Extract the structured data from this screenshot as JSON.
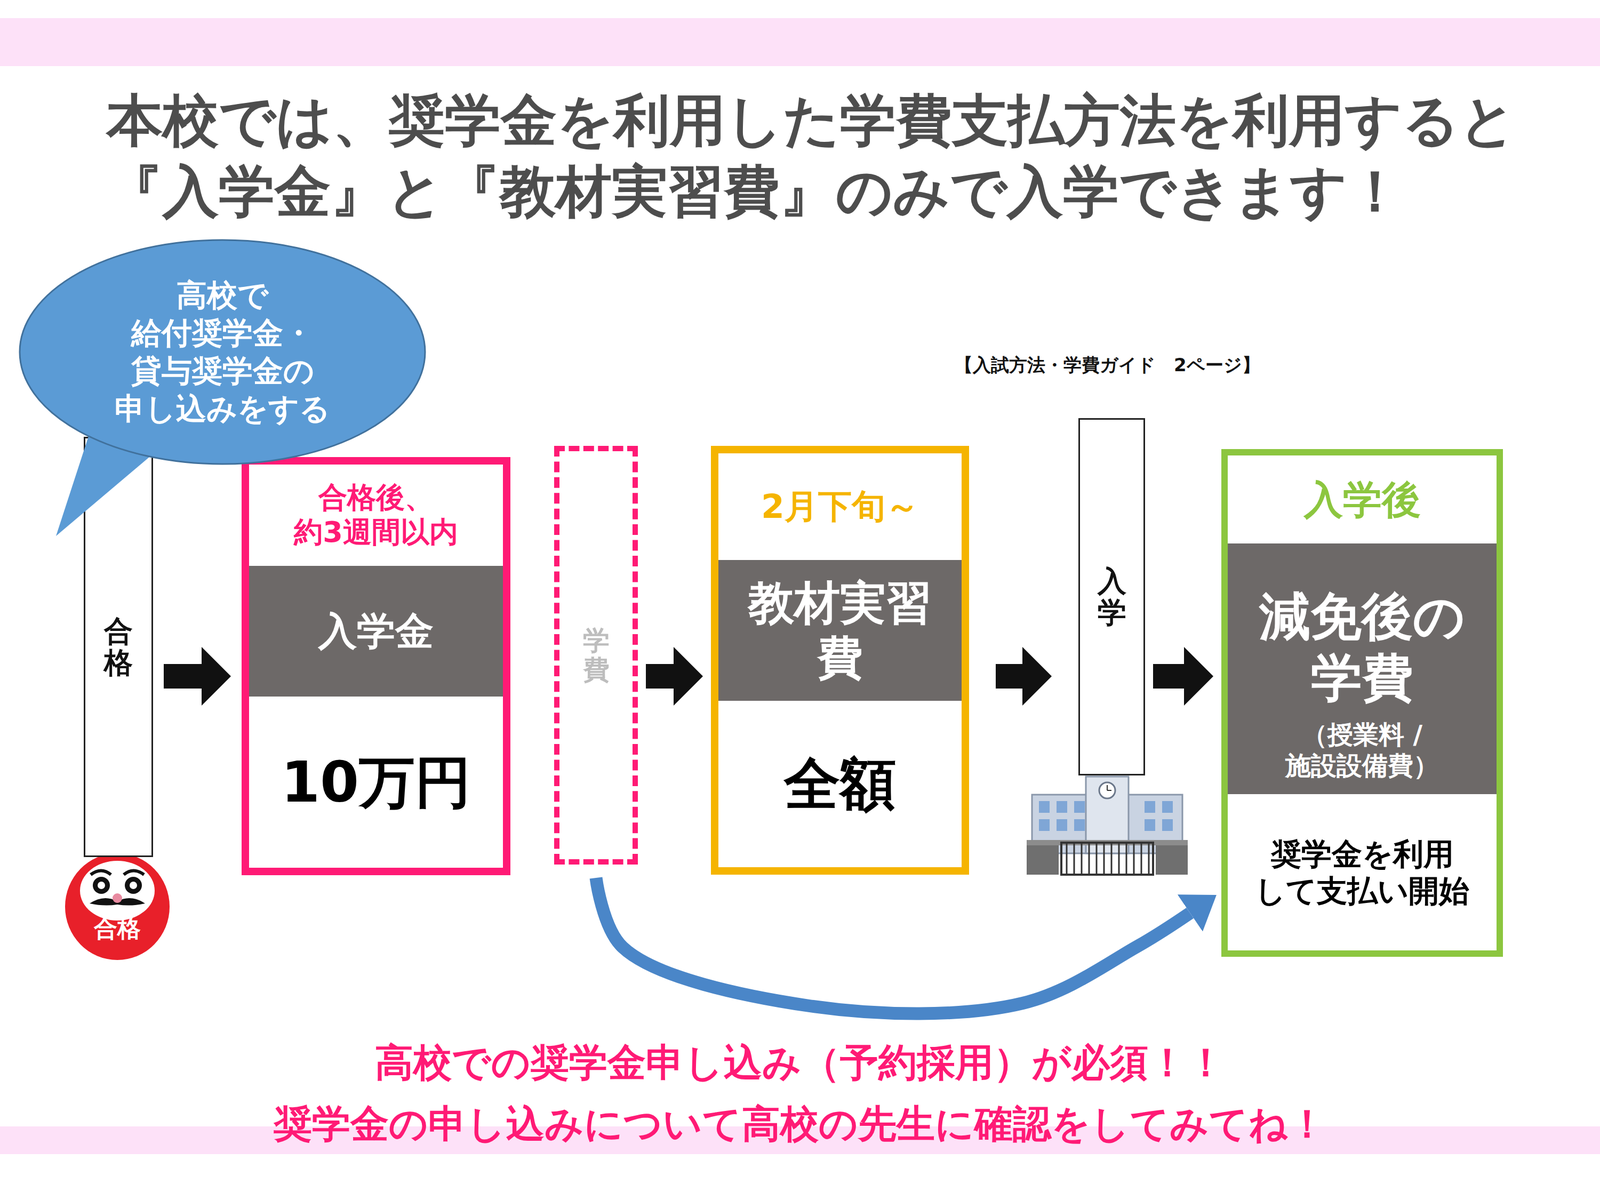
{
  "diagram": {
    "title": "本校では、奨学金を利用した学費支払方法を利用すると 『入学金』と『教材実習費』のみで入学できます！",
    "caption": "高校での奨学金申し込み（予約採用）が必須！！ 奨学金の申し込みについて高校の先生に確認をしてみてね！",
    "nodes": [
      {
        "text": [
          "高校で 給付奨学金・ 貸与奨学金の 申し込みをする"
        ]
      },
      {
        "text": [
          "合格"
        ]
      },
      {
        "text": [
          "合格後、 約3週間以内",
          "入学金",
          "10万円"
        ]
      },
      {
        "text": [
          "学費"
        ]
      },
      {
        "text": [
          "2月下旬～",
          "教材実習費",
          "全額"
        ]
      },
      {
        "text": [
          "入学"
        ]
      },
      {
        "text": [
          "入学後",
          "減免後の 学費",
          "（授業料 /施設設備費）",
          "奨学金を利用 して支払い開始"
        ]
      }
    ],
    "edges": [
      {
        "from": 1,
        "to": 2,
        "arrow": "to"
      },
      {
        "from": 3,
        "to": 4,
        "arrow": "to"
      },
      {
        "from": 4,
        "to": 5,
        "arrow": "to"
      },
      {
        "from": 5,
        "to": 6,
        "arrow": "to"
      },
      {
        "from": 3,
        "to": 6,
        "arrow": "to"
      }
    ],
    "labels": [
      "【入試方法・学費ガイド　2ページ】",
      "合格"
    ]
  }
}
